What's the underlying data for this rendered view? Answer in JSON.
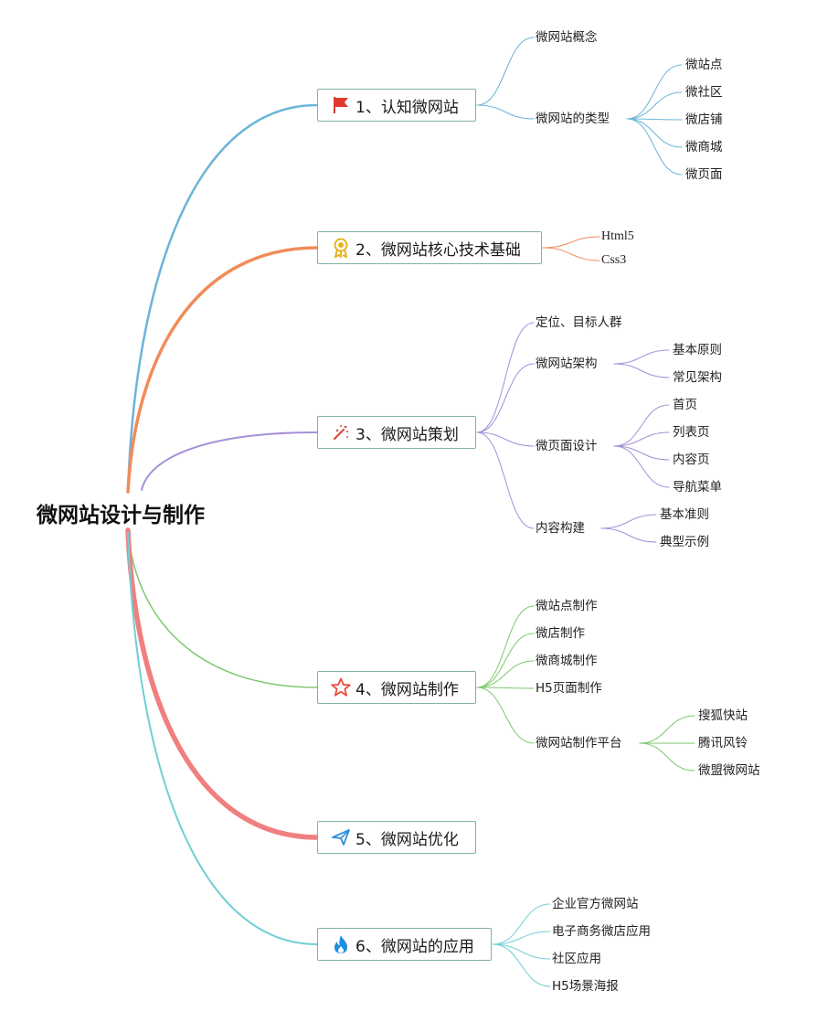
{
  "root": {
    "label": "微网站设计与制作"
  },
  "branches": [
    {
      "label": "1、认知微网站",
      "icon": "flag-icon",
      "color": "#6cb4d8",
      "children": [
        {
          "label": "微网站概念",
          "children": []
        },
        {
          "label": "微网站的类型",
          "children": [
            "微站点",
            "微社区",
            "微店铺",
            "微商城",
            "微页面"
          ]
        }
      ]
    },
    {
      "label": "2、微网站核心技术基础",
      "icon": "award-ribbon-icon",
      "color": "#f08c5a",
      "children": [
        {
          "label": "Html5",
          "children": []
        },
        {
          "label": "Css3",
          "children": []
        }
      ]
    },
    {
      "label": "3、微网站策划",
      "icon": "magic-wand-icon",
      "color": "#a590d8",
      "children": [
        {
          "label": "定位、目标人群",
          "children": []
        },
        {
          "label": "微网站架构",
          "children": [
            "基本原则",
            "常见架构"
          ]
        },
        {
          "label": "微页面设计",
          "children": [
            "首页",
            "列表页",
            "内容页",
            "导航菜单"
          ]
        },
        {
          "label": "内容构建",
          "children": [
            "基本准则",
            "典型示例"
          ]
        }
      ]
    },
    {
      "label": "4、微网站制作",
      "icon": "star-icon",
      "color": "#7cc96e",
      "children": [
        {
          "label": "微站点制作",
          "children": []
        },
        {
          "label": "微店制作",
          "children": []
        },
        {
          "label": "微商城制作",
          "children": []
        },
        {
          "label": "H5页面制作",
          "children": []
        },
        {
          "label": "微网站制作平台",
          "children": [
            "搜狐快站",
            "腾讯风铃",
            "微盟微网站"
          ]
        }
      ]
    },
    {
      "label": "5、微网站优化",
      "icon": "paper-plane-icon",
      "color": "#f07f7f",
      "children": []
    },
    {
      "label": "6、微网站的应用",
      "icon": "flame-icon",
      "color": "#6fcfd6",
      "children": [
        {
          "label": "企业官方微网站",
          "children": []
        },
        {
          "label": "电子商务微店应用",
          "children": []
        },
        {
          "label": "社区应用",
          "children": []
        },
        {
          "label": "H5场景海报",
          "children": []
        }
      ]
    }
  ]
}
